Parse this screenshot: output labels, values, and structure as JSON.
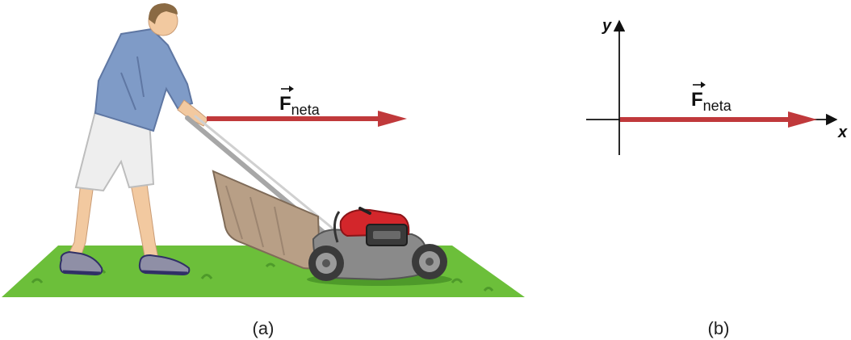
{
  "panel_a": {
    "caption": "(a)",
    "force_symbol": "F",
    "force_subscript": "neta"
  },
  "panel_b": {
    "caption": "(b)",
    "force_symbol": "F",
    "force_subscript": "neta",
    "x_axis_label": "x",
    "y_axis_label": "y"
  },
  "colors": {
    "force_arrow": "#c0393b",
    "grass": "#6cbf3a",
    "grass_dark": "#4e9a2a",
    "shirt": "#7f9bc7",
    "shorts": "#eeeeee",
    "skin": "#f2c9a0",
    "mower_red": "#d3262b",
    "mower_body": "#8a8a8a",
    "grass_bag": "#b89f86",
    "axis": "#111111"
  }
}
